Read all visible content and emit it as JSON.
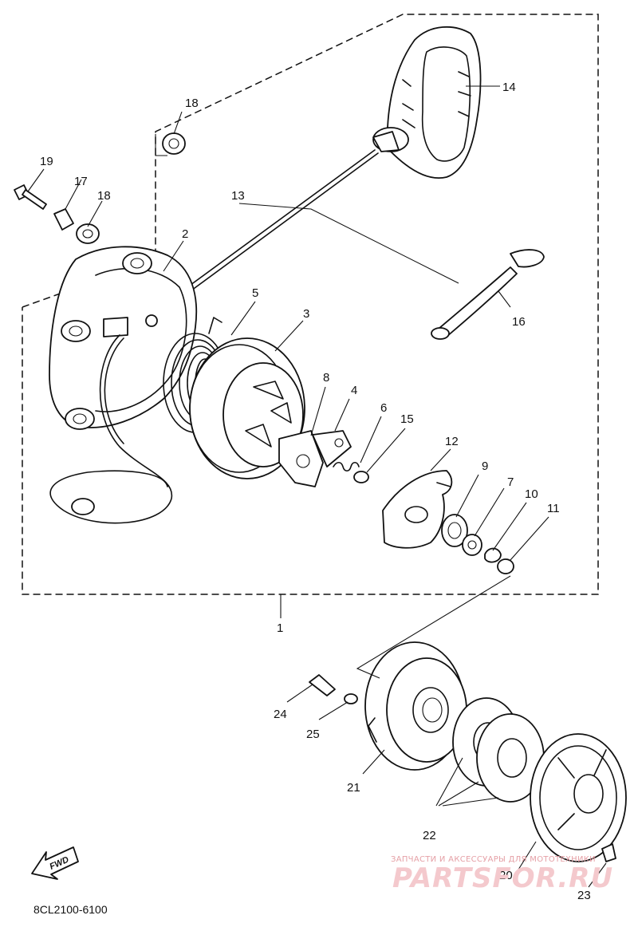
{
  "labels": {
    "p1": "1",
    "p2": "2",
    "p3": "3",
    "p4": "4",
    "p5": "5",
    "p6": "6",
    "p7": "7",
    "p8": "8",
    "p9": "9",
    "p10": "10",
    "p11": "11",
    "p12": "12",
    "p13": "13",
    "p14": "14",
    "p15": "15",
    "p16": "16",
    "p17": "17",
    "p18a": "18",
    "p18b": "18",
    "p19": "19",
    "p20": "20",
    "p21": "21",
    "p22": "22",
    "p23": "23",
    "p24": "24",
    "p25": "25"
  },
  "diagram_code": "8CL2100-6100",
  "fwd_label": "FWD",
  "watermark": {
    "tagline": "ЗАПЧАСТИ И АКСЕССУАРЫ ДЛЯ МОТОТЕХНИКИ",
    "brand": "PARTSFOR.RU"
  },
  "colors": {
    "line": "#111111",
    "watermark": "#f4c9cd",
    "watermark_text": "#e5a0a6"
  }
}
